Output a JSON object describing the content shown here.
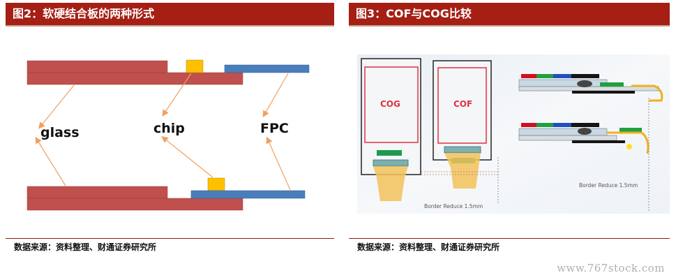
{
  "left": {
    "title": "图2：软硬结合板的两种形式",
    "labels": {
      "glass": "glass",
      "chip": "chip",
      "fpc": "FPC"
    },
    "source": "数据来源：资料整理、财通证券研究所"
  },
  "right": {
    "title": "图3：COF与COG比较",
    "labels": {
      "cog": "COG",
      "cof": "COF",
      "border_left": "Border Reduce 1.5mm",
      "border_right": "Border Reduce 1.5mm"
    },
    "source": "数据来源：资料整理、财通证券研究所"
  },
  "watermark": "www.767stock.com",
  "colors": {
    "title_bar": "#a51f14",
    "glass": "#c0504d",
    "fpc": "#4a7ebb",
    "chip": "#ffc000",
    "arrow": "#f0a060"
  }
}
